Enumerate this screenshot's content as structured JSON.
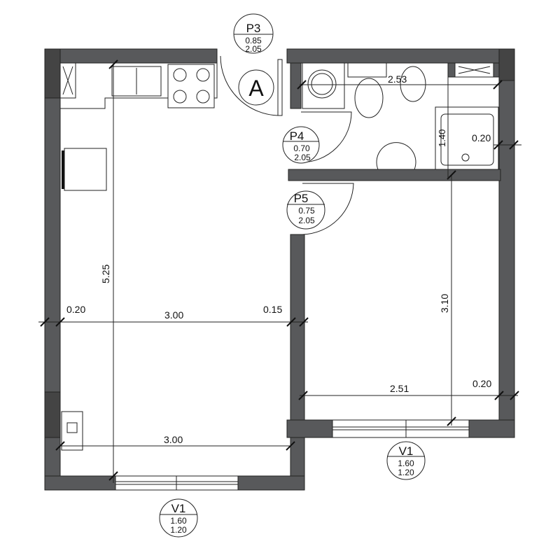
{
  "doors": [
    {
      "id": "P3",
      "width": "0.85",
      "height": "2.05"
    },
    {
      "id": "P4",
      "width": "0.70",
      "height": "2.05"
    },
    {
      "id": "P5",
      "width": "0.75",
      "height": "2.05"
    }
  ],
  "entry_label": "A",
  "windows": [
    {
      "id": "V1",
      "width": "1.60",
      "height": "1.20"
    },
    {
      "id": "V1",
      "width": "1.60",
      "height": "1.20"
    }
  ],
  "dimensions": {
    "left_wall": "0.20",
    "kitchen_width": "3.00",
    "partition": "0.15",
    "kitchen_length": "5.25",
    "bottom_width": "3.00",
    "bath_width": "2.53",
    "bath_depth": "1.40",
    "bath_wall": "0.20",
    "room_width": "2.51",
    "right_wall": "0.20",
    "room_length": "3.10"
  },
  "colors": {
    "wall": "#58595b"
  }
}
